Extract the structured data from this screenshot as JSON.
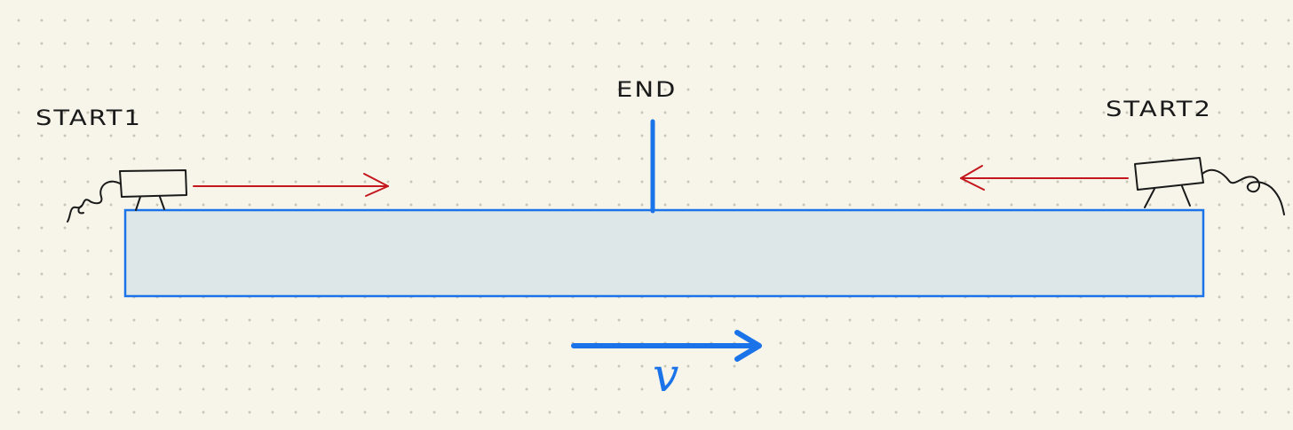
{
  "labels": {
    "start1": "START1",
    "start2": "START2",
    "end": "END",
    "velocity": "v"
  },
  "colors": {
    "background": "#f7f5ea",
    "dots": "#c9c6b6",
    "bar_fill": "#dde7e8",
    "bar_stroke": "#1a73e8",
    "end_marker": "#1a73e8",
    "velocity_arrow": "#1a73e8",
    "motion_arrows": "#c4161c",
    "ink": "#1a1a1a"
  },
  "icons": {
    "left_device": "camera-device-icon",
    "right_device": "camera-device-icon",
    "velocity": "arrow-right-icon",
    "motion_left": "arrow-right-icon",
    "motion_right": "arrow-left-icon"
  }
}
